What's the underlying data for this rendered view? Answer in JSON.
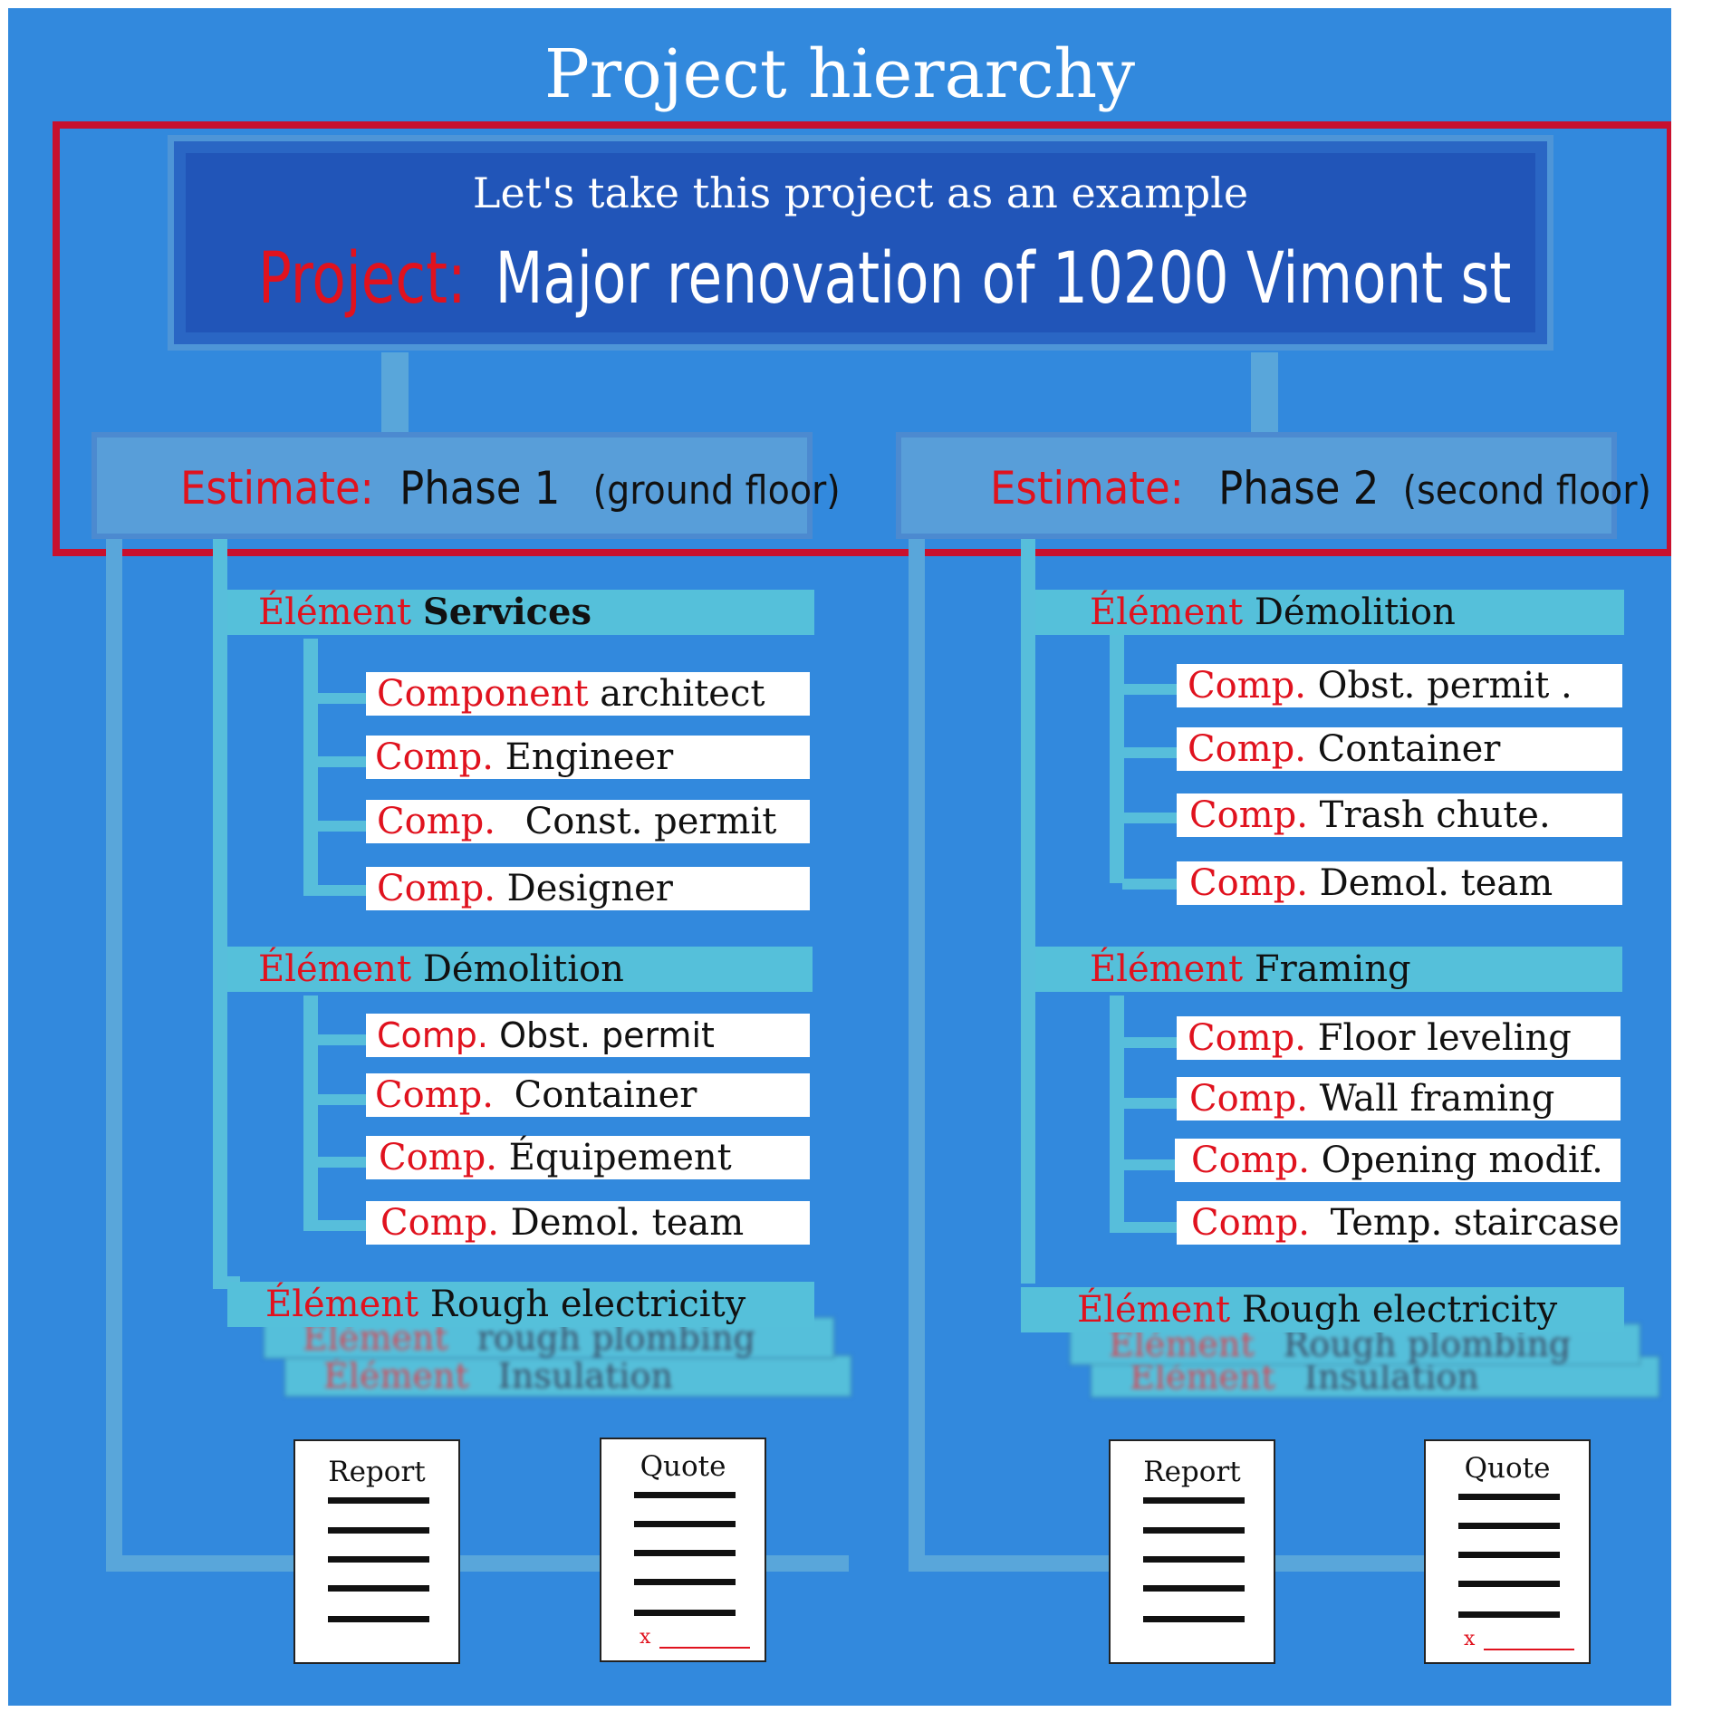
{
  "title": "Project hierarchy",
  "project": {
    "intro": "Let's take this project as an example",
    "label": "Project:",
    "name": "Major renovation of 10200 Vimont st"
  },
  "phases": [
    {
      "estimate_label": "Estimate:",
      "name": "Phase 1",
      "note": "(ground floor)",
      "elements": [
        {
          "label": "Élément",
          "name": "Services",
          "components": [
            {
              "label": "Component",
              "name": "architect"
            },
            {
              "label": "Comp.",
              "name": "Engineer"
            },
            {
              "label": "Comp.",
              "name": "Const. permit"
            },
            {
              "label": "Comp.",
              "name": "Designer"
            }
          ]
        },
        {
          "label": "Élément",
          "name": "Démolition",
          "components": [
            {
              "label": "Comp.",
              "name": "Obst. permit"
            },
            {
              "label": "Comp.",
              "name": "Container"
            },
            {
              "label": "Comp.",
              "name": "Équipement"
            },
            {
              "label": "Comp.",
              "name": "Demol. team"
            }
          ]
        },
        {
          "label": "Élément",
          "name": "Rough electricity",
          "components": []
        }
      ],
      "faded_elements": [
        {
          "label": "Élément",
          "name": "rough plombing"
        },
        {
          "label": "Élément",
          "name": "Insulation"
        }
      ],
      "documents": [
        {
          "label": "Report"
        },
        {
          "label": "Quote",
          "sign_mark": "x"
        }
      ]
    },
    {
      "estimate_label": "Estimate:",
      "name": "Phase 2",
      "note": "(second floor)",
      "elements": [
        {
          "label": "Élément",
          "name": "Démolition",
          "components": [
            {
              "label": "Comp.",
              "name": "Obst. permit ."
            },
            {
              "label": "Comp.",
              "name": "Container"
            },
            {
              "label": "Comp.",
              "name": "Trash chute."
            },
            {
              "label": "Comp.",
              "name": "Demol. team"
            }
          ]
        },
        {
          "label": "Élément",
          "name": "Framing",
          "components": [
            {
              "label": "Comp.",
              "name": "Floor leveling"
            },
            {
              "label": "Comp.",
              "name": "Wall framing"
            },
            {
              "label": "Comp.",
              "name": "Opening modif."
            },
            {
              "label": "Comp.",
              "name": "Temp. staircase"
            }
          ]
        },
        {
          "label": "Élément",
          "name": "Rough electricity",
          "components": []
        }
      ],
      "faded_elements": [
        {
          "label": "Élément",
          "name": "Rough plombing"
        },
        {
          "label": "Élément",
          "name": "Insulation"
        }
      ],
      "documents": [
        {
          "label": "Report"
        },
        {
          "label": "Quote",
          "sign_mark": "x"
        }
      ]
    }
  ],
  "colors": {
    "background": "#3289dd",
    "highlight_frame": "#c8102e",
    "label_red": "#e0121e",
    "element_bar": "#55c0da",
    "project_box": "#2155b8"
  }
}
